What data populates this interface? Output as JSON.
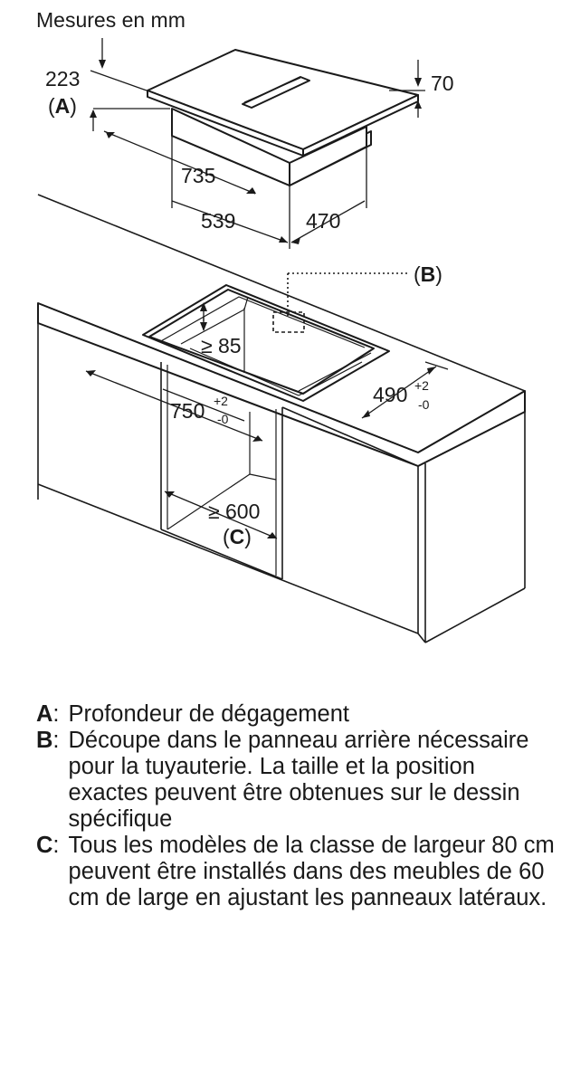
{
  "units_label": "Mesures en mm",
  "dimensions": {
    "d223": "223",
    "d70": "70",
    "d735": "735",
    "d539": "539",
    "d470": "470",
    "d85": "≥ 85",
    "d750": "750",
    "d750_sup": "+2",
    "d750_sub": "-0",
    "d490": "490",
    "d490_sup": "+2",
    "d490_sub": "-0",
    "d600": "≥ 600"
  },
  "markers": {
    "A": "(A)",
    "B": "(B)",
    "C": "(C)"
  },
  "legend": [
    {
      "key": "A",
      "text": "Profondeur de dégagement"
    },
    {
      "key": "B",
      "text": "Découpe dans le panneau arrière nécessaire pour la tuyauterie. La taille et la position exactes peuvent être obtenues sur le dessin spécifique"
    },
    {
      "key": "C",
      "text": "Tous les modèles de la classe de largeur 80 cm peuvent être installés dans des meubles de 60 cm de large en ajustant les panneaux latéraux."
    }
  ]
}
